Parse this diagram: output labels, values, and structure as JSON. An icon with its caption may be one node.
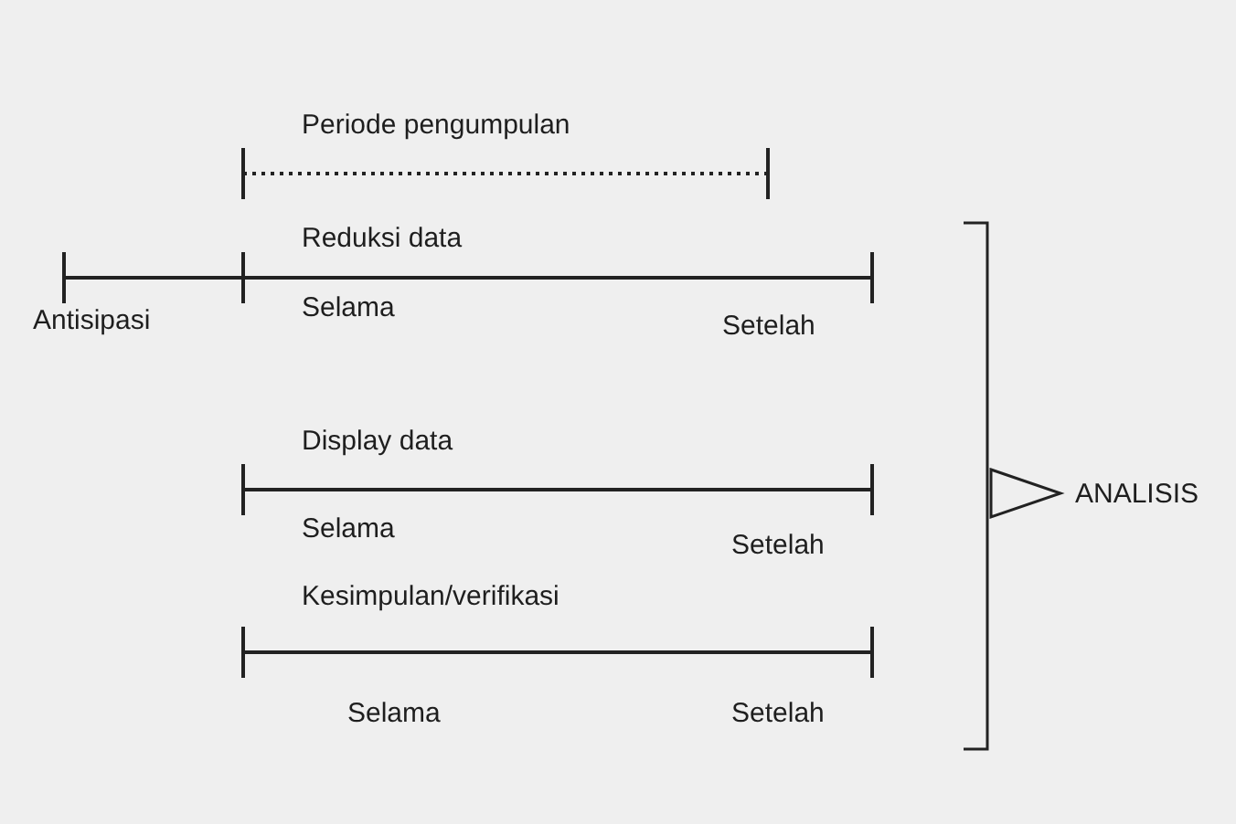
{
  "diagram": {
    "labels": [
      "Periode pengumpulan",
      "Reduksi data",
      "Antisipasi",
      "Selama",
      "Setelah",
      "Display data",
      "Selama",
      "Setelah",
      "Kesimpulan/verifikasi",
      "Selama",
      "Setelah",
      "ANALISIS"
    ]
  }
}
